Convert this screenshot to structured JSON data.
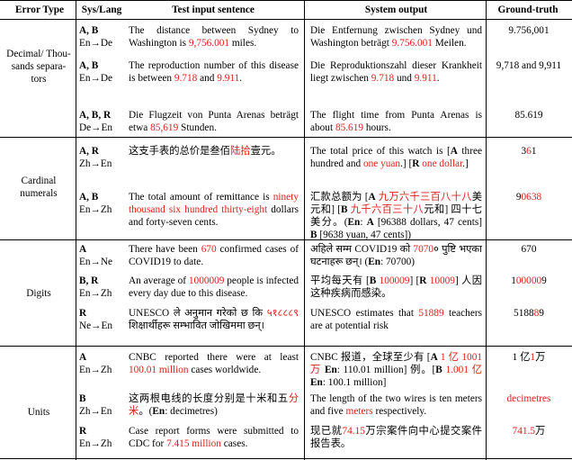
{
  "headers": {
    "error_type": "Error Type",
    "sys_lang": "Sys/Lang",
    "test_input": "Test input sentence",
    "system_output": "System output",
    "ground_truth": "Ground-truth"
  },
  "groups": [
    {
      "name": "Decimal/ Thou- sands separa- tors",
      "rows": [
        {
          "sys": "A, B",
          "lang": "En→De",
          "input": [
            [
              "The distance between Sydney to Washington is ",
              ""
            ],
            [
              "9,756.001",
              "red"
            ],
            [
              " miles.",
              ""
            ]
          ],
          "output": [
            [
              "Die Entfernung zwischen Sydney und Washington beträgt ",
              ""
            ],
            [
              "9.756.001",
              "red"
            ],
            [
              " Meilen.",
              ""
            ]
          ],
          "truth": [
            [
              "9.756,001",
              ""
            ]
          ]
        },
        {
          "sys": "A, B",
          "lang": "En→De",
          "input": [
            [
              "The reproduction number of this disease is between ",
              ""
            ],
            [
              "9.718",
              "red"
            ],
            [
              " and ",
              ""
            ],
            [
              "9.911",
              "red"
            ],
            [
              ".",
              ""
            ]
          ],
          "output": [
            [
              "Die Reproduktionszahl dieser Krankheit liegt zwischen ",
              ""
            ],
            [
              "9.718",
              "red"
            ],
            [
              " und ",
              ""
            ],
            [
              "9.911",
              "red"
            ],
            [
              ".",
              ""
            ]
          ],
          "truth": [
            [
              "9,718 and 9,911",
              ""
            ]
          ]
        },
        {
          "sys": "A, B, R",
          "lang": "De→En",
          "input": [
            [
              "Die Flugzeit von Punta Arenas beträgt etwa ",
              ""
            ],
            [
              "85,619",
              "red"
            ],
            [
              " Stunden.",
              ""
            ]
          ],
          "output": [
            [
              "The flight time from Punta Arenas is about ",
              ""
            ],
            [
              "85.619",
              "red"
            ],
            [
              " hours.",
              ""
            ]
          ],
          "truth": [
            [
              "85.619",
              ""
            ]
          ]
        }
      ]
    },
    {
      "name": "Cardinal numerals",
      "rows": [
        {
          "sys": "A, R",
          "lang": "Zh→En",
          "input": [
            [
              "这支手表的总价是叁佰",
              ""
            ],
            [
              "陆拾",
              "red"
            ],
            [
              "壹元。",
              ""
            ]
          ],
          "output": [
            [
              "The total price of this watch is [",
              ""
            ],
            [
              "A",
              "b"
            ],
            [
              " three hundred and ",
              ""
            ],
            [
              "one yuan",
              "red"
            ],
            [
              ".] [",
              ""
            ],
            [
              "R",
              "b"
            ],
            [
              " ",
              ""
            ],
            [
              "one dollar",
              "red"
            ],
            [
              ".]",
              ""
            ]
          ],
          "truth": [
            [
              "3",
              ""
            ],
            [
              "6",
              "red"
            ],
            [
              "1",
              ""
            ]
          ]
        },
        {
          "sys": "A, B",
          "lang": "En→Zh",
          "input": [
            [
              "The total amount of remittance is ",
              ""
            ],
            [
              "ninety thousand six hundred thirty-eight",
              "red"
            ],
            [
              " dollars and forty-seven cents.",
              ""
            ]
          ],
          "output": [
            [
              "汇款总额为 [",
              ""
            ],
            [
              "A",
              "b"
            ],
            [
              " ",
              ""
            ],
            [
              "九万六千三百八十八",
              "red"
            ],
            [
              "美元和] [",
              ""
            ],
            [
              "B",
              "b"
            ],
            [
              " ",
              ""
            ],
            [
              "九千六百三十八",
              "red"
            ],
            [
              "元和] 四十七美分。(",
              ""
            ],
            [
              "En",
              "b"
            ],
            [
              ": ",
              ""
            ],
            [
              "A",
              "b"
            ],
            [
              " [96388 dollars, 47 cents] ",
              ""
            ],
            [
              "B",
              "b"
            ],
            [
              " [9638 yuan, 47 cents])",
              ""
            ]
          ],
          "truth": [
            [
              "9",
              ""
            ],
            [
              "0638",
              "red"
            ]
          ]
        }
      ]
    },
    {
      "name": "Digits",
      "rows": [
        {
          "sys": "A",
          "lang": "En→Ne",
          "input": [
            [
              "There have been ",
              ""
            ],
            [
              "670",
              "red"
            ],
            [
              " confirmed cases of COVID19 to date.",
              ""
            ]
          ],
          "output": [
            [
              "अहिले सम्म COVID19 को ",
              ""
            ],
            [
              "7070",
              "red"
            ],
            [
              "० पुष्टि भएका घटनाहरू छन्। (",
              ""
            ],
            [
              "En",
              "b"
            ],
            [
              ": 70700)",
              ""
            ]
          ],
          "truth": [
            [
              "670",
              ""
            ]
          ]
        },
        {
          "sys": "B, R",
          "lang": "En→Zh",
          "input": [
            [
              "An average of ",
              ""
            ],
            [
              "1000009",
              "red"
            ],
            [
              " people is infected every day due to this disease.",
              ""
            ]
          ],
          "output": [
            [
              "平均每天有 [",
              ""
            ],
            [
              "B",
              "b"
            ],
            [
              " ",
              ""
            ],
            [
              "100009",
              "red"
            ],
            [
              "] [",
              ""
            ],
            [
              "R",
              "b"
            ],
            [
              " ",
              ""
            ],
            [
              "10009",
              "red"
            ],
            [
              "] 人因这种疾病而感染。",
              ""
            ]
          ],
          "truth": [
            [
              "1",
              ""
            ],
            [
              "00000",
              "red"
            ],
            [
              "9",
              ""
            ]
          ]
        },
        {
          "sys": "R",
          "lang": "Ne→En",
          "input": [
            [
              "UNESCO ले अनुमान गरेको छ कि ",
              ""
            ],
            [
              "५१८८८९",
              "red"
            ],
            [
              " शिक्षार्थीहरू सम्भावित जोखिममा छन्।",
              ""
            ]
          ],
          "output": [
            [
              "UNESCO estimates that ",
              ""
            ],
            [
              "51889",
              "red"
            ],
            [
              " teachers are at potential risk",
              ""
            ]
          ],
          "truth": [
            [
              "5188",
              ""
            ],
            [
              "8",
              "red"
            ],
            [
              "9",
              ""
            ]
          ]
        }
      ]
    },
    {
      "name": "Units",
      "rows": [
        {
          "sys": "A",
          "lang": "En→Zh",
          "input": [
            [
              "CNBC reported there were at least ",
              ""
            ],
            [
              "100.01 million",
              "red"
            ],
            [
              " cases worldwide.",
              ""
            ]
          ],
          "output": [
            [
              "CNBC 报道，全球至少有 [",
              ""
            ],
            [
              "A",
              "b"
            ],
            [
              " ",
              ""
            ],
            [
              "1 亿 1001 万",
              "red"
            ],
            [
              " ",
              ""
            ],
            [
              "En",
              "b"
            ],
            [
              ": 110.01 million] 例。[",
              ""
            ],
            [
              "B",
              "b"
            ],
            [
              " ",
              ""
            ],
            [
              "1.001 亿",
              "red"
            ],
            [
              " ",
              ""
            ],
            [
              "En",
              "b"
            ],
            [
              ": 100.1 million]",
              ""
            ]
          ],
          "truth": [
            [
              "1 亿",
              ""
            ],
            [
              "1",
              "red"
            ],
            [
              "万",
              ""
            ]
          ]
        },
        {
          "sys": "B",
          "lang": "Zh→En",
          "input": [
            [
              "这两根电线的长度分别是十米和五",
              ""
            ],
            [
              "分米",
              "red"
            ],
            [
              "。(",
              ""
            ],
            [
              "En",
              "b"
            ],
            [
              ": decimetres)",
              ""
            ]
          ],
          "output": [
            [
              "The length of the two wires is ten meters and five ",
              ""
            ],
            [
              "meters",
              "red"
            ],
            [
              " respectively.",
              ""
            ]
          ],
          "truth": [
            [
              "decimetres",
              "red"
            ]
          ]
        },
        {
          "sys": "R",
          "lang": "En→Zh",
          "input": [
            [
              "Case report forms were submitted to CDC for ",
              ""
            ],
            [
              "7.415 million",
              "red"
            ],
            [
              " cases.",
              ""
            ]
          ],
          "output": [
            [
              "现已就",
              ""
            ],
            [
              "74.15",
              "red"
            ],
            [
              "万宗案件向中心提交案件报告表。",
              ""
            ]
          ],
          "truth": [
            [
              "741.5",
              "red"
            ],
            [
              "万",
              ""
            ]
          ]
        }
      ]
    }
  ]
}
